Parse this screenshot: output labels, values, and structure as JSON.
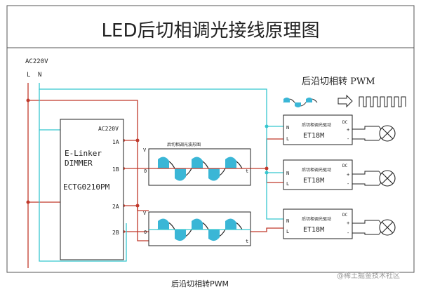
{
  "title": "LED后切相调光接线原理图",
  "mains": {
    "label": "AC220V",
    "l": "L",
    "n": "N"
  },
  "dimmer": {
    "input_label": "AC220V",
    "name_line1": "E-Linker",
    "name_line2": "DIMMER",
    "model": "ECTG0210PM",
    "terminals": [
      "1A",
      "1B",
      "2A",
      "2B"
    ]
  },
  "waveform": {
    "title": "后切相调光波形图",
    "v_label": "V",
    "t_label": "t",
    "origin_label": "0"
  },
  "pwm_header": "后沿切相转 PWM",
  "drivers": [
    {
      "title": "后切相调光驱动",
      "model": "ET18M",
      "n": "N",
      "l": "L",
      "dc": "DC",
      "plus": "+",
      "minus": "-"
    },
    {
      "title": "后切相调光驱动",
      "model": "ET18M",
      "n": "N",
      "l": "L",
      "dc": "DC",
      "plus": "+",
      "minus": "-"
    },
    {
      "title": "后切相调光驱动",
      "model": "ET18M",
      "n": "N",
      "l": "L",
      "dc": "DC",
      "plus": "+",
      "minus": "-"
    }
  ],
  "caption": "后沿切相转PWM",
  "watermark": "@稀土掘金技术社区",
  "colors": {
    "wire_red": "#c0392b",
    "wire_cyan": "#35c6cf",
    "wave_fill": "#3ab6d6",
    "ink": "#1e1e1e"
  }
}
